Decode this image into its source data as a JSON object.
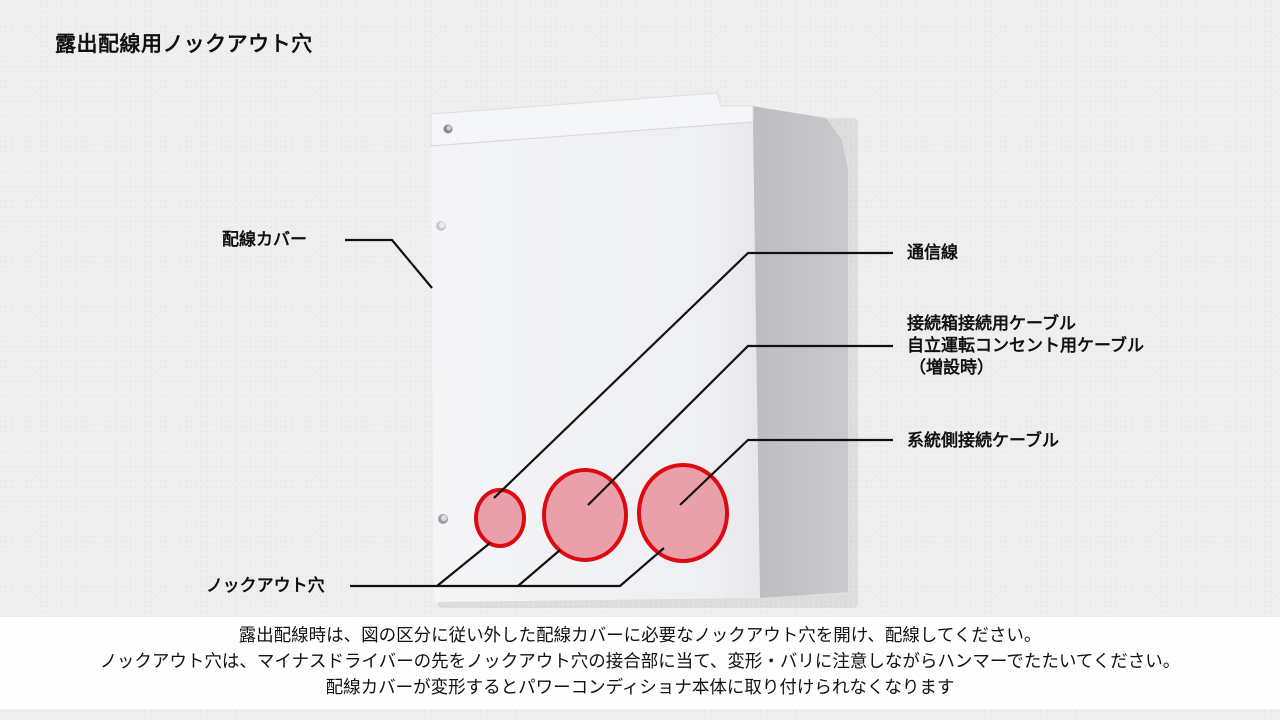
{
  "title": "露出配線用ノックアウト穴",
  "labels": {
    "wiring_cover": "配線カバー",
    "knockout_hole": "ノックアウト穴",
    "comm_line": "通信線",
    "junction_cable_line1": "接続箱接続用ケーブル",
    "junction_cable_line2": "自立運転コンセント用ケーブル",
    "junction_cable_line3": "（増設時）",
    "grid_cable": "系統側接続ケーブル"
  },
  "caption": {
    "line1": "露出配線時は、図の区分に従い外した配線カバーに必要なノックアウト穴を開け、配線してください。",
    "line2": "ノックアウト穴は、マイナスドライバーの先をノックアウト穴の接合部に当て、変形・バリに注意しながらハンマーでたたいてください。",
    "line3": "配線カバーが変形するとパワーコンディショナ本体に取り付けられなくなります"
  },
  "colors": {
    "hole_fill": "#eaa0aa",
    "hole_stroke": "#dd0a12",
    "leader_line": "#111111",
    "box_front": "#f2f3f5",
    "box_side": "#c4c4c8"
  }
}
